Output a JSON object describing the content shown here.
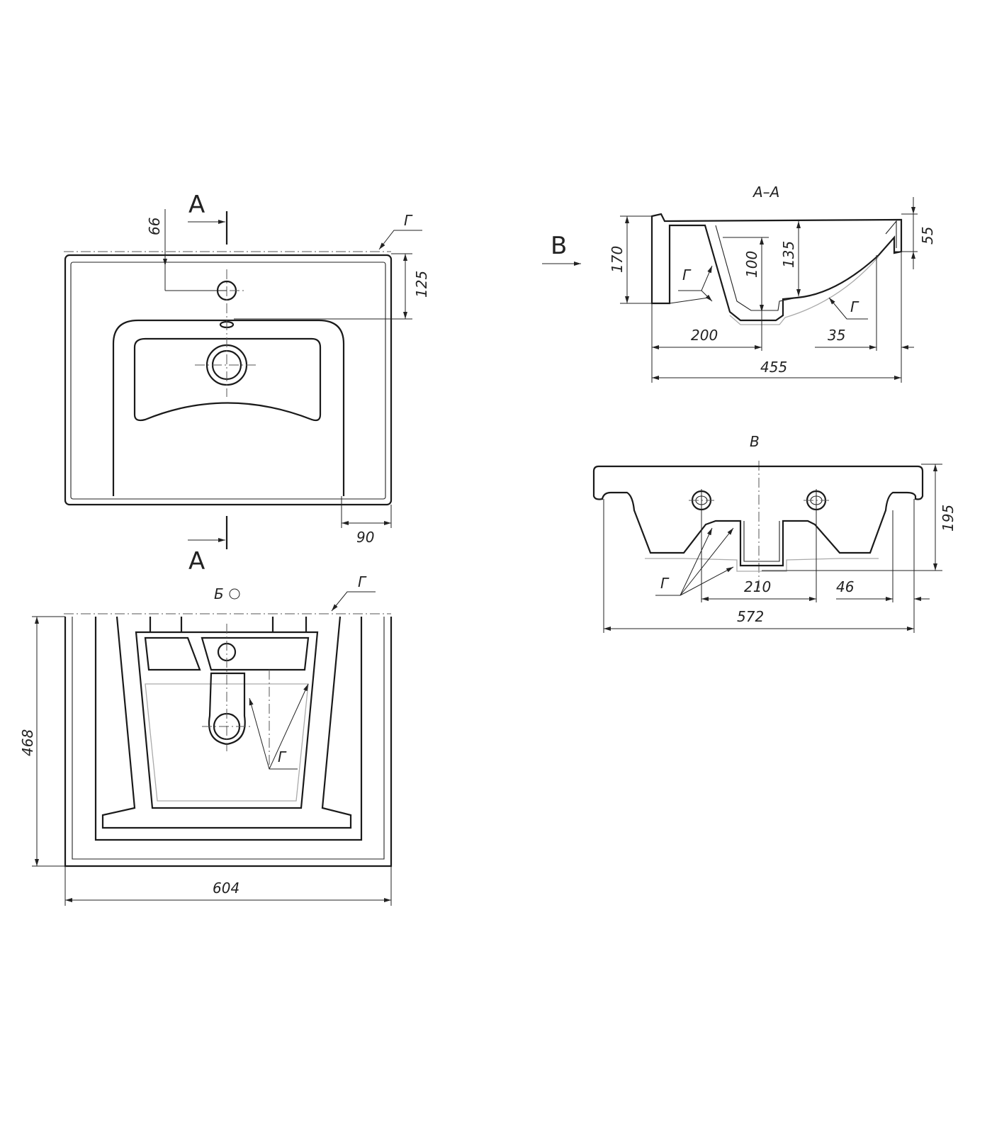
{
  "top_view": {
    "section_mark_top": "A",
    "section_mark_bottom": "A",
    "dim_hole_offset": "66",
    "dim_hole_depth": "125",
    "dim_side": "90",
    "note_g": "Г"
  },
  "bottom_view": {
    "view_label": "Б",
    "dim_depth": "468",
    "dim_width": "604",
    "note_g": "Г",
    "note_g2": "Г"
  },
  "section_aa": {
    "title": "A–A",
    "view_arrow_label": "B",
    "dim_height": "170",
    "dim_bowl_inner": "100",
    "dim_bowl_depth": "135",
    "dim_rim": "55",
    "dim_drain_offset": "200",
    "dim_back": "35",
    "dim_total": "455",
    "note_g_left": "Г",
    "note_g_right": "Г"
  },
  "view_b": {
    "title": "B",
    "dim_height": "195",
    "dim_holes": "210",
    "dim_side": "46",
    "dim_total": "572",
    "note_g": "Г"
  }
}
